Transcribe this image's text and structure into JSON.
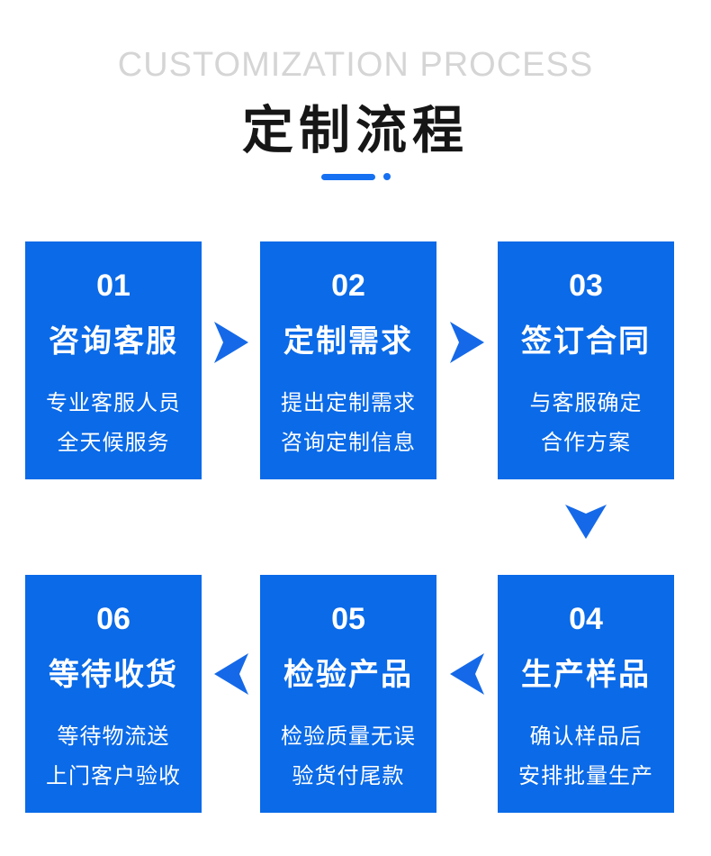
{
  "header": {
    "title_en": "CUSTOMIZATION PROCESS",
    "title_cn": "定制流程"
  },
  "colors": {
    "box_blue": "#0a6ae8",
    "arrow_blue": "#1569e8",
    "divider_blue": "#1670f2",
    "title_en_gray": "#d5d5d5",
    "title_cn_dark": "#161616",
    "step_text": "#ffffff"
  },
  "icons": {
    "divider": "line-with-dot",
    "flow_arrows": [
      "arrow-right-icon",
      "arrow-right-icon",
      "arrow-down-icon",
      "arrow-left-icon",
      "arrow-left-icon"
    ]
  },
  "steps": [
    {
      "number": "01",
      "title": "咨询客服",
      "lines": [
        "专业客服人员",
        "全天候服务"
      ]
    },
    {
      "number": "02",
      "title": "定制需求",
      "lines": [
        "提出定制需求",
        "咨询定制信息"
      ]
    },
    {
      "number": "03",
      "title": "签订合同",
      "lines": [
        "与客服确定",
        "合作方案"
      ]
    },
    {
      "number": "04",
      "title": "生产样品",
      "lines": [
        "确认样品后",
        "安排批量生产"
      ]
    },
    {
      "number": "05",
      "title": "检验产品",
      "lines": [
        "检验质量无误",
        "验货付尾款"
      ]
    },
    {
      "number": "06",
      "title": "等待收货",
      "lines": [
        "等待物流送",
        "上门客户验收"
      ]
    }
  ],
  "flow": {
    "row1_order": [
      "01",
      "02",
      "03"
    ],
    "row2_order": [
      "06",
      "05",
      "04"
    ],
    "direction": "row1 left-to-right, then down, then row2 right-to-left"
  }
}
